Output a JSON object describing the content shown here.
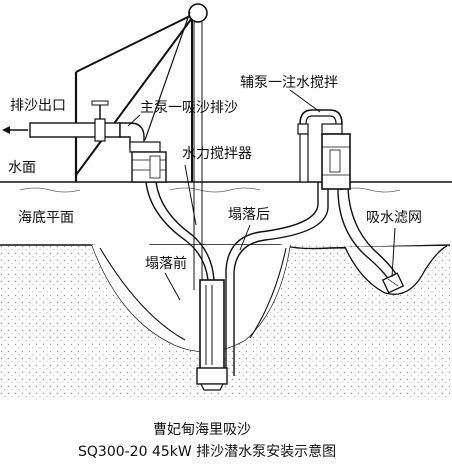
{
  "labels": {
    "discharge_outlet": "排沙出口",
    "main_pump": "主泵一吸沙排沙",
    "aux_pump": "辅泵一注水搅拌",
    "water_surface": "水面",
    "hydraulic_mixer": "水力搅拌器",
    "seabed_plane": "海底平面",
    "after_collapse": "塌落后",
    "suction_filter": "吸水滤网",
    "before_collapse": "塌落前"
  },
  "caption": {
    "line1": "曹妃甸海里吸沙",
    "line2": "SQ300-20   45kW 排沙潜水泵安装示意图"
  }
}
